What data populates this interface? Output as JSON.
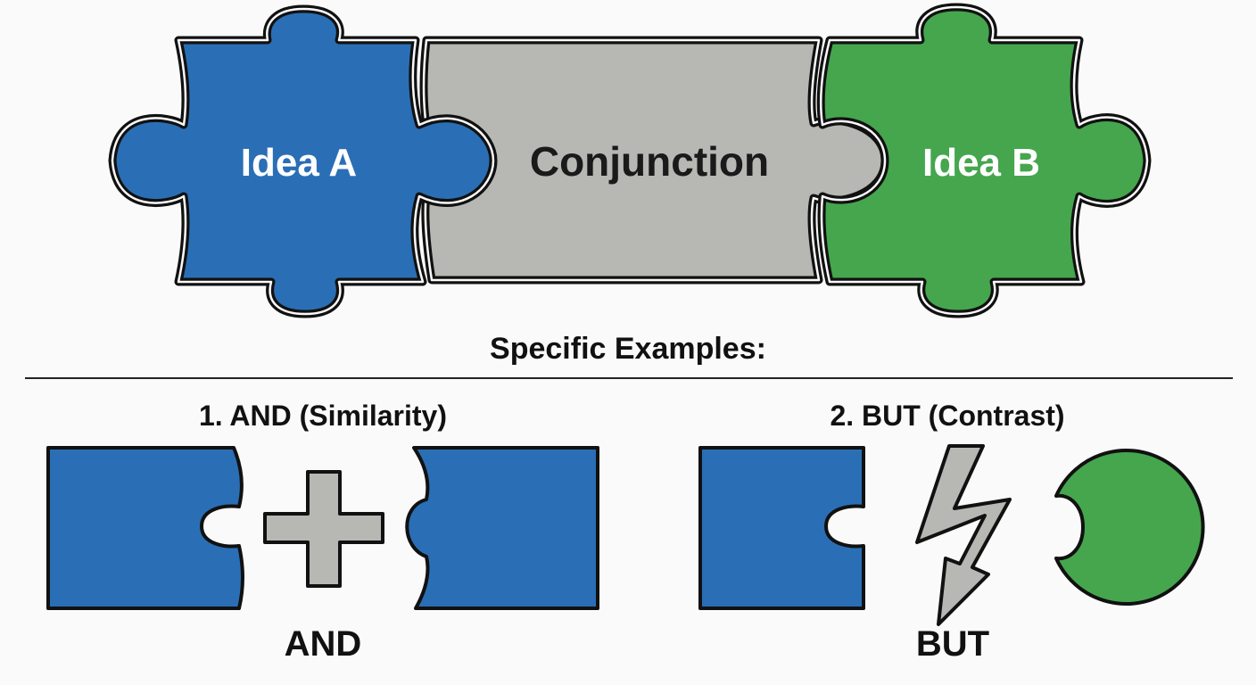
{
  "colors": {
    "blue": "#2a6fb5",
    "green": "#45a64e",
    "gray": "#b7b7b3",
    "outline": "#111111",
    "background": "#fafafa"
  },
  "top": {
    "left_piece": "Idea A",
    "middle_piece": "Conjunction",
    "right_piece": "Idea B"
  },
  "examples_heading": "Specific Examples:",
  "examples": [
    {
      "title": "1. AND (Similarity)",
      "symbol_icon": "plus-icon",
      "caption": "AND"
    },
    {
      "title": "2. BUT (Contrast)",
      "symbol_icon": "lightning-icon",
      "caption": "BUT"
    }
  ]
}
